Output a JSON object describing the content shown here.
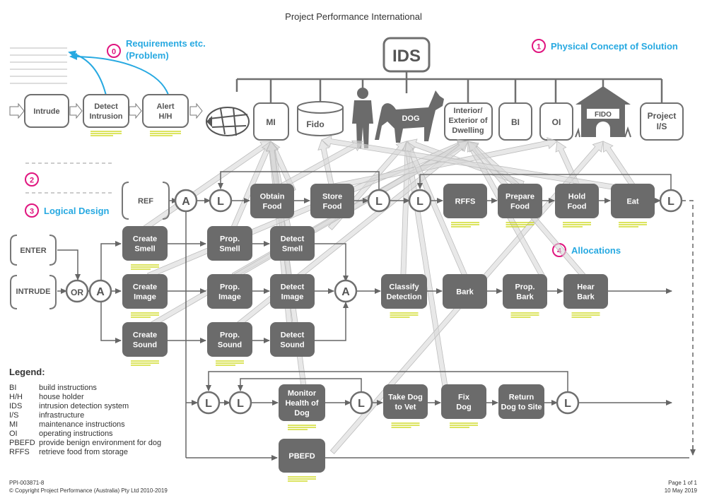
{
  "header": {
    "title": "Project Performance International"
  },
  "callouts": {
    "c0": {
      "num": "0",
      "line1": "Requirements etc.",
      "line2": "(Problem)"
    },
    "c1": {
      "num": "1",
      "text": "Physical Concept of Solution"
    },
    "c2": {
      "num": "2"
    },
    "c3": {
      "num": "3",
      "text": "Logical Design"
    },
    "c4": {
      "num": "4",
      "text": "Allocations"
    }
  },
  "physical": {
    "ids": "IDS",
    "mi": "MI",
    "fido_can": "Fido",
    "dog": "DOG",
    "interior": [
      "Interior/",
      "Exterior of",
      "Dwelling"
    ],
    "bi": "BI",
    "oi": "OI",
    "kennel": "FIDO",
    "project": [
      "Project",
      "I/S"
    ]
  },
  "problem": {
    "intrude": "Intrude",
    "detect": [
      "Detect",
      "Intrusion"
    ],
    "alert": [
      "Alert",
      "H/H"
    ]
  },
  "logical": {
    "ref": "REF",
    "enter": "ENTER",
    "intrude": "INTRUDE",
    "or": "OR",
    "and": "A",
    "loop": "L",
    "obtain_food": [
      "Obtain",
      "Food"
    ],
    "store_food": [
      "Store",
      "Food"
    ],
    "rffs": "RFFS",
    "prepare_food": [
      "Prepare",
      "Food"
    ],
    "hold_food": [
      "Hold",
      "Food"
    ],
    "eat": "Eat",
    "create_smell": [
      "Create",
      "Smell"
    ],
    "prop_smell": [
      "Prop.",
      "Smell"
    ],
    "detect_smell": [
      "Detect",
      "Smell"
    ],
    "create_image": [
      "Create",
      "Image"
    ],
    "prop_image": [
      "Prop.",
      "Image"
    ],
    "detect_image": [
      "Detect",
      "Image"
    ],
    "create_sound": [
      "Create",
      "Sound"
    ],
    "prop_sound": [
      "Prop.",
      "Sound"
    ],
    "detect_sound": [
      "Detect",
      "Sound"
    ],
    "classify": [
      "Classify",
      "Detection"
    ],
    "bark": "Bark",
    "prop_bark": [
      "Prop.",
      "Bark"
    ],
    "hear_bark": [
      "Hear",
      "Bark"
    ],
    "monitor": [
      "Monitor",
      "Health of",
      "Dog"
    ],
    "take_dog": [
      "Take Dog",
      "to Vet"
    ],
    "fix_dog": [
      "Fix",
      "Dog"
    ],
    "return_dog": [
      "Return",
      "Dog to Site"
    ],
    "pbefd": "PBEFD"
  },
  "legend": {
    "title": "Legend:",
    "items": [
      {
        "abbr": "BI",
        "def": "build instructions"
      },
      {
        "abbr": "H/H",
        "def": "house holder"
      },
      {
        "abbr": "IDS",
        "def": "intrusion detection system"
      },
      {
        "abbr": "I/S",
        "def": "infrastructure"
      },
      {
        "abbr": "MI",
        "def": "maintenance instructions"
      },
      {
        "abbr": "OI",
        "def": "operating instructions"
      },
      {
        "abbr": "PBEFD",
        "def": "provide benign environment for dog"
      },
      {
        "abbr": "RFFS",
        "def": "retrieve food from storage"
      }
    ]
  },
  "footer": {
    "doc_id": "PPI-003871-8",
    "copyright": "© Copyright Project Performance (Australia) Pty Ltd 2010-2019",
    "page": "Page 1 of 1",
    "date": "10 May 2019"
  },
  "colors": {
    "dark_box": "#6b6b6b",
    "outline": "#6f6f6f",
    "cyan": "#27a9e1",
    "magenta": "#e0157f",
    "underline": "#c8d400",
    "allocation_arrow": "#d9d9d9"
  }
}
